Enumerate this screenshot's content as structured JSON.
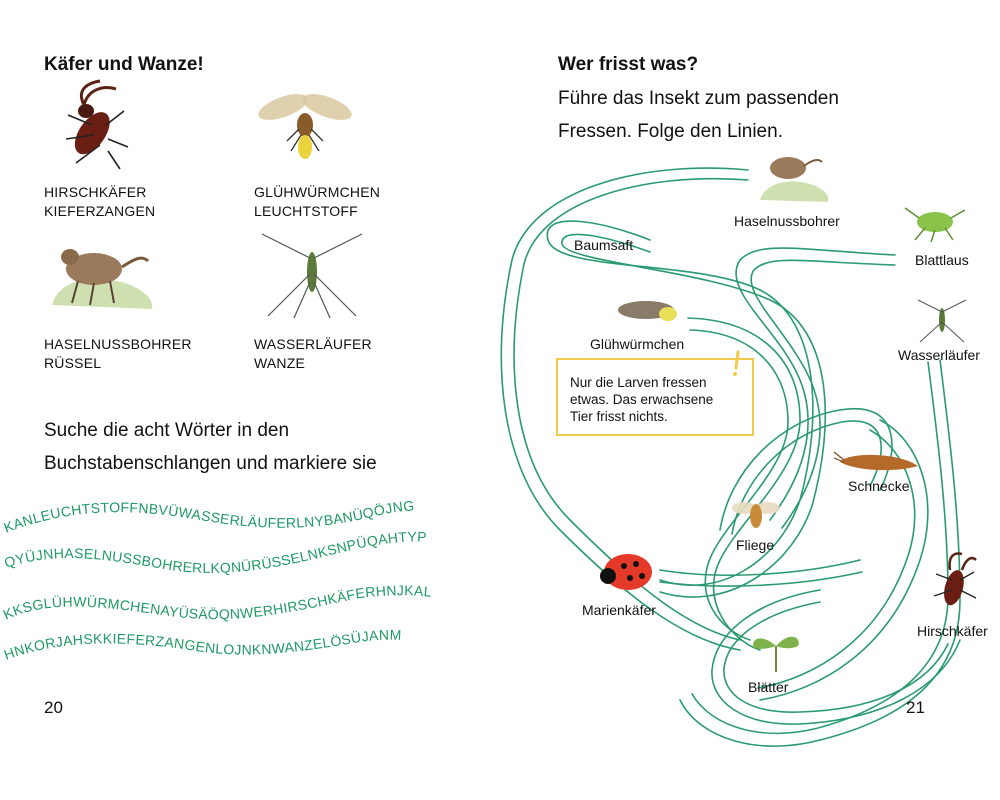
{
  "left_page": {
    "title": "Käfer und Wanze!",
    "insects": [
      {
        "icon": "stag-beetle-icon",
        "line1": "HIRSCHKÄFER",
        "line2": "KIEFERZANGEN"
      },
      {
        "icon": "firefly-icon",
        "line1": "GLÜHWÜRMCHEN",
        "line2": "LEUCHTSTOFF"
      },
      {
        "icon": "weevil-icon",
        "line1": "HASELNUSSBOHRER",
        "line2": "RÜSSEL"
      },
      {
        "icon": "water-strider-icon",
        "line1": "WASSERLÄUFER",
        "line2": "WANZE"
      }
    ],
    "instruction_line1": "Suche die acht Wörter in den",
    "instruction_line2": "Buchstabenschlangen und markiere sie",
    "snakes": [
      "KANLEUCHTSTOFFNBVÜWASSERLÄUFERLNYBANÜQÖJNG",
      "QYÜJNHASELNUSSBOHRERLKQNÜRÜSSELNKSNPÜQAHTYP",
      "KKSGLÜHWÜRMCHENAYÜSÄÖQNWERHIRSCHKÄFERHNJKAL",
      "HNKORJAHSKKIEFERZANGENLOJNKNWANZELÖSÜJANM"
    ],
    "snake_color": "#1f9a63",
    "page_number": "20"
  },
  "right_page": {
    "title": "Wer frisst was?",
    "instruction_line1": "Führe das Insekt zum passenden",
    "instruction_line2": "Fressen. Folge den Linien.",
    "labels": {
      "haselnussbohrer": "Haselnussbohrer",
      "baumsaft": "Baumsaft",
      "blattlaus": "Blattlaus",
      "gluehwuermchen": "Glühwürmchen",
      "wasserlaeufer": "Wasserläufer",
      "schnecke": "Schnecke",
      "fliege": "Fliege",
      "marienkaefer": "Marienkäfer",
      "hirschkaefer": "Hirschkäfer",
      "blaetter": "Blätter"
    },
    "note": {
      "line1": "Nur die Larven fressen",
      "line2": "etwas. Das erwachsene",
      "line3": "Tier frisst nichts."
    },
    "maze_color": "#2a9b6e",
    "note_border_color": "#f2c94c",
    "page_number": "21"
  }
}
